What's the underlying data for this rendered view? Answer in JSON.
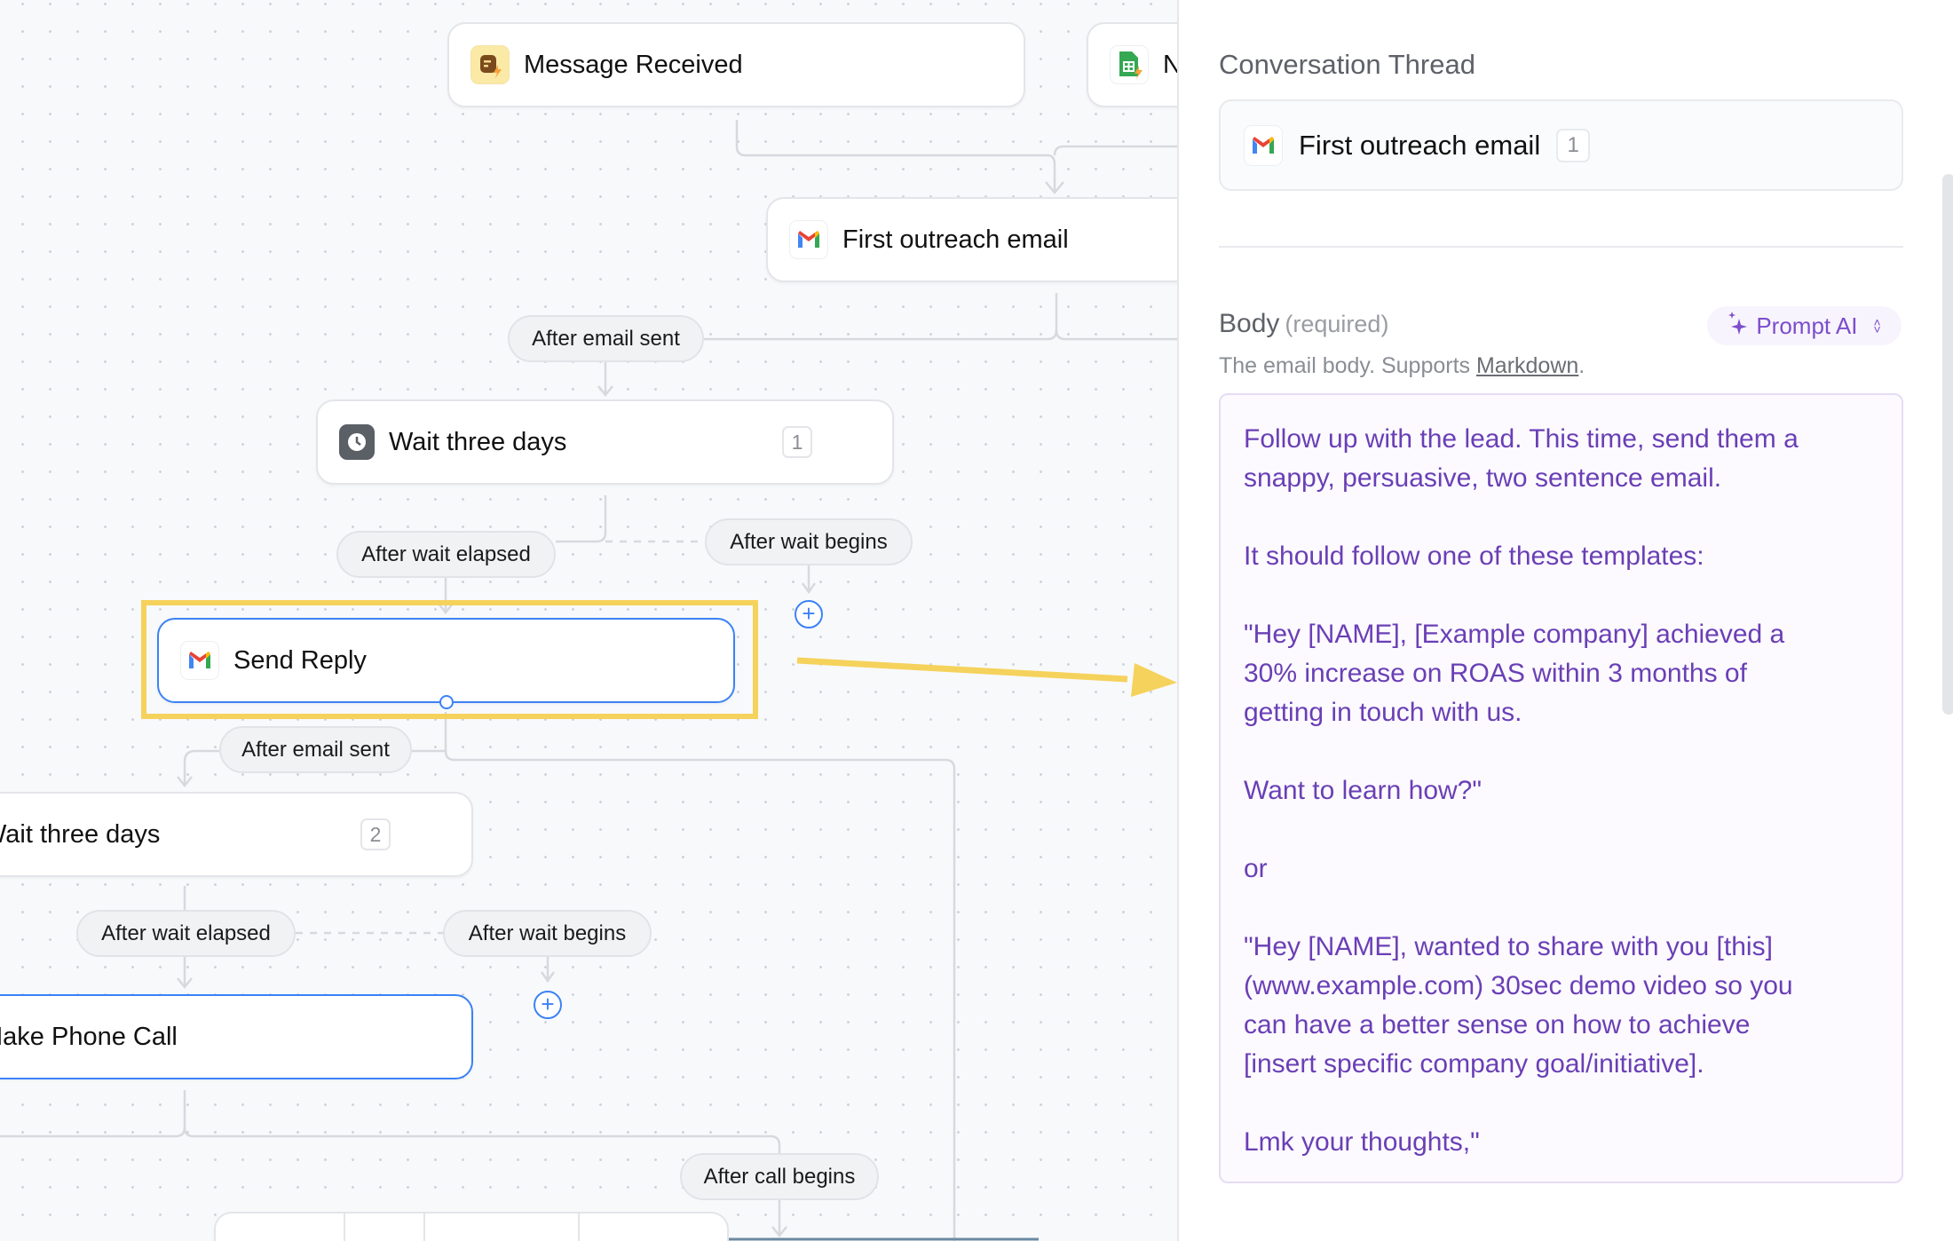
{
  "canvas": {
    "nodes": {
      "message_received": {
        "label": "Message Received",
        "icon": "message-trigger-icon"
      },
      "sheets_trigger": {
        "label": "N",
        "icon": "google-sheets-trigger-icon"
      },
      "first_outreach": {
        "label": "First outreach email",
        "icon": "gmail-icon"
      },
      "wait_1": {
        "label": "Wait three days",
        "badge": "1",
        "icon": "clock-icon"
      },
      "send_reply": {
        "label": "Send Reply",
        "icon": "gmail-icon"
      },
      "wait_2": {
        "label": "Wait three days",
        "badge": "2"
      },
      "phone_call": {
        "label": "Make Phone Call"
      }
    },
    "pills": {
      "after_email_sent_1": "After email sent",
      "after_wait_elapsed_1": "After wait elapsed",
      "after_wait_begins_1": "After wait begins",
      "after_email_sent_2": "After email sent",
      "after_wait_elapsed_2": "After wait elapsed",
      "after_wait_begins_2": "After wait begins",
      "after_call_begins": "After call begins"
    },
    "highlight_color": "#f5d25b",
    "selected_color": "#3b82f6"
  },
  "panel": {
    "title": "Conversation Thread",
    "thread_item": {
      "label": "First outreach email",
      "count": "1",
      "icon": "gmail-icon"
    },
    "body_label": "Body",
    "body_required": "(required)",
    "prompt_ai": "Prompt AI",
    "description_prefix": "The email body. Supports ",
    "description_link": "Markdown",
    "description_suffix": ".",
    "body_value": "Follow up with the lead. This time, send them a\nsnappy, persuasive, two sentence email.\n\nIt should follow one of these templates:\n\n\"Hey [NAME], [Example company] achieved a\n30% increase on ROAS within 3 months of\ngetting in touch with us.\n\nWant to learn how?\"\n\nor\n\n\"Hey [NAME], wanted to share with you [this]\n(www.example.com) 30sec demo video so you\ncan have a better sense on how to achieve\n[insert specific company goal/initiative].\n\nLmk your thoughts,\"",
    "text_color": "#6a3fb5"
  }
}
